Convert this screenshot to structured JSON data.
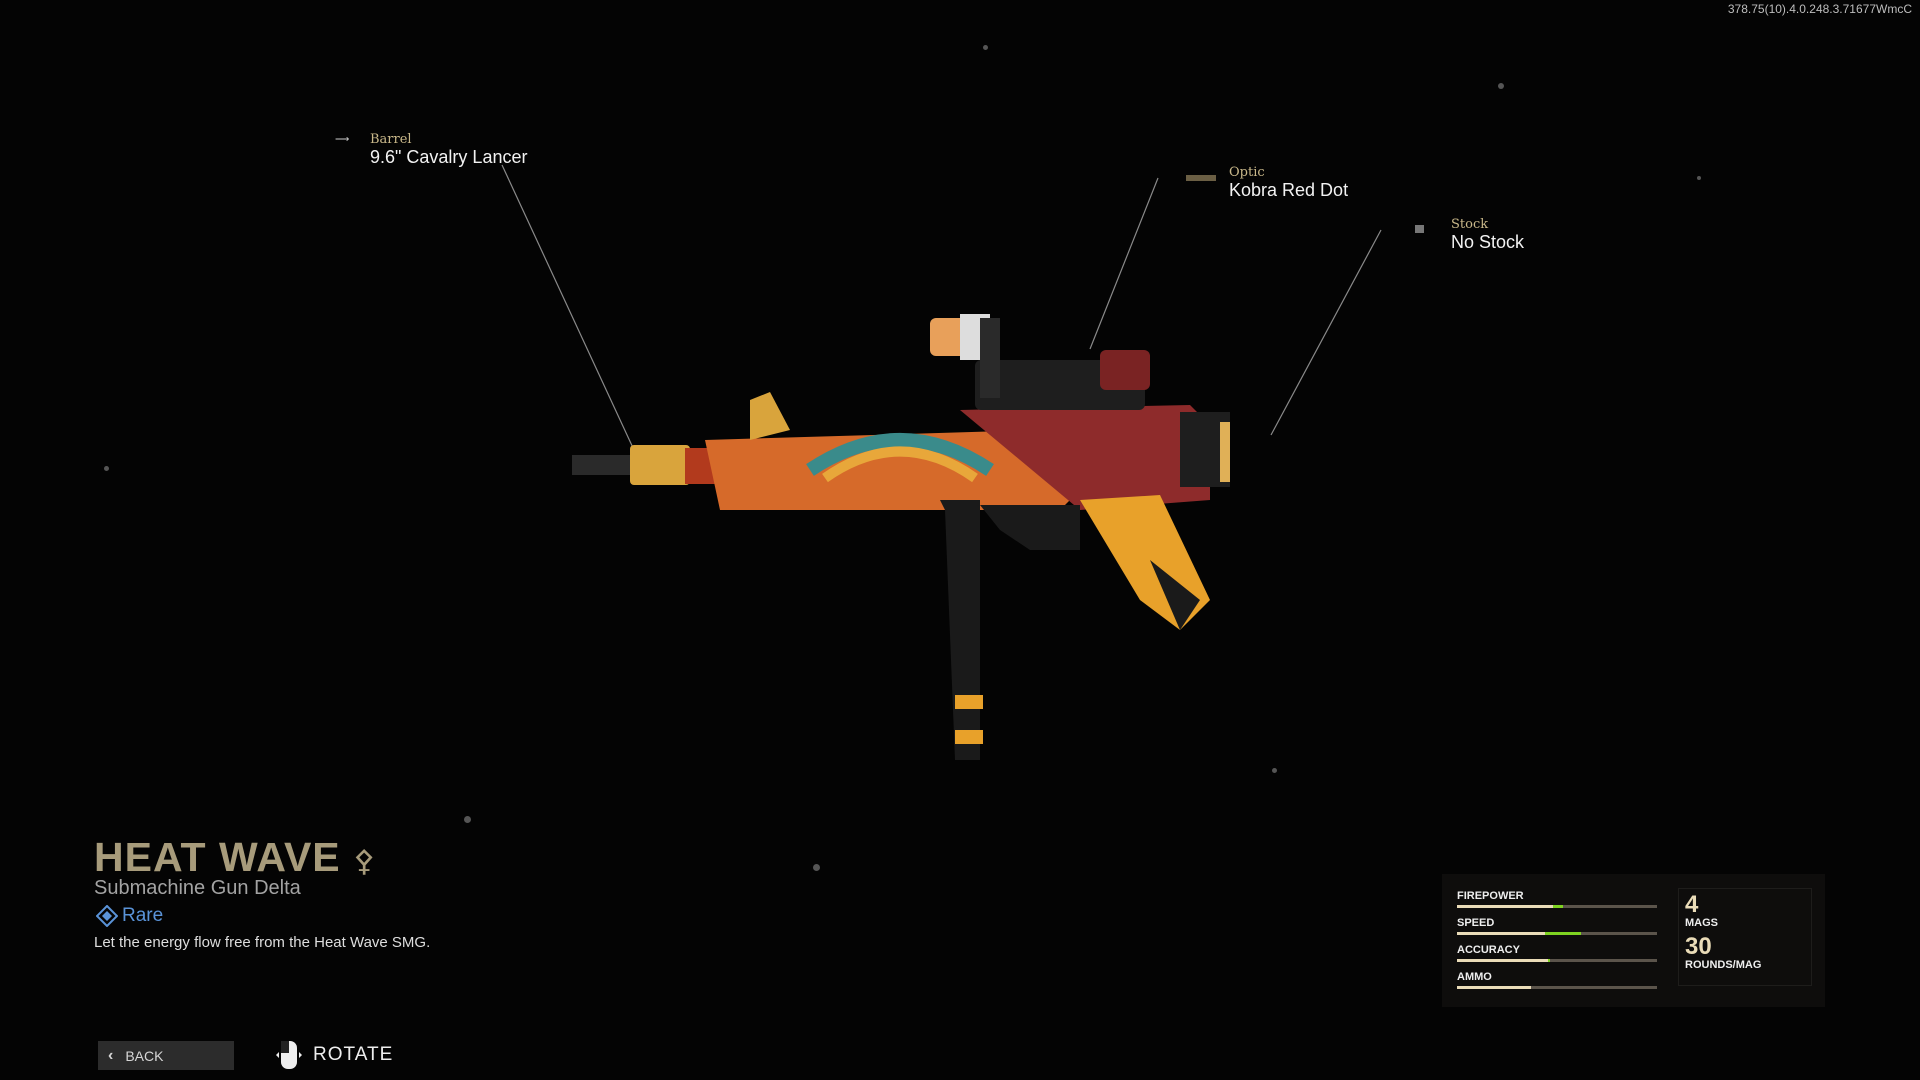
{
  "build_string": "378.75(10).4.0.248.3.71677WmcC",
  "attachments": [
    {
      "type": "Barrel",
      "name": "9.6\" Cavalry Lancer"
    },
    {
      "type": "Optic",
      "name": "Kobra Red Dot"
    },
    {
      "type": "Stock",
      "name": "No Stock"
    }
  ],
  "weapon": {
    "name": "HEAT WAVE",
    "class": "Submachine Gun Delta",
    "rarity": "Rare",
    "description": "Let the energy flow free from the Heat Wave SMG.",
    "rarity_color": "#5a93d8"
  },
  "stats": [
    {
      "label": "FIREPOWER",
      "base": 0.48,
      "bonus": 0.05
    },
    {
      "label": "SPEED",
      "base": 0.44,
      "bonus": 0.18
    },
    {
      "label": "ACCURACY",
      "base": 0.455,
      "bonus": 0.01
    },
    {
      "label": "AMMO",
      "base": 0.37,
      "bonus": 0
    }
  ],
  "ammo": {
    "mags": "4",
    "mags_label": "MAGS",
    "rounds": "30",
    "rounds_label": "ROUNDS/MAG"
  },
  "footer": {
    "back_label": "BACK",
    "rotate_label": "ROTATE"
  }
}
